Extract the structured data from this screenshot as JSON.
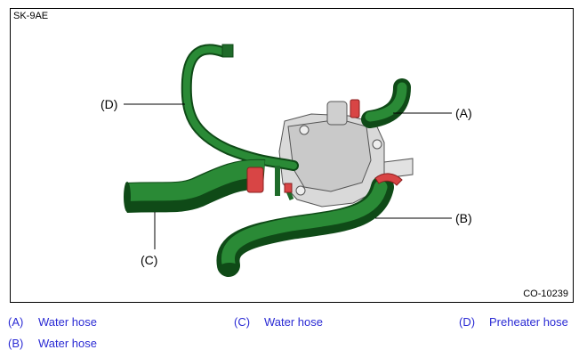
{
  "figure": {
    "id_label": "SK-9AE",
    "code_label": "CO-10239",
    "callouts": {
      "a": "(A)",
      "b": "(B)",
      "c": "(C)",
      "d": "(D)"
    }
  },
  "legend": [
    {
      "key": "(A)",
      "text": "Water hose"
    },
    {
      "key": "(B)",
      "text": "Water hose"
    },
    {
      "key": "(C)",
      "text": "Water hose"
    },
    {
      "key": "(D)",
      "text": "Preheater hose"
    }
  ],
  "colors": {
    "hose": "#1f6b2a",
    "hose_dark": "#0f4a17",
    "clamp": "#d84545",
    "legend_text": "#2b2bd4"
  }
}
